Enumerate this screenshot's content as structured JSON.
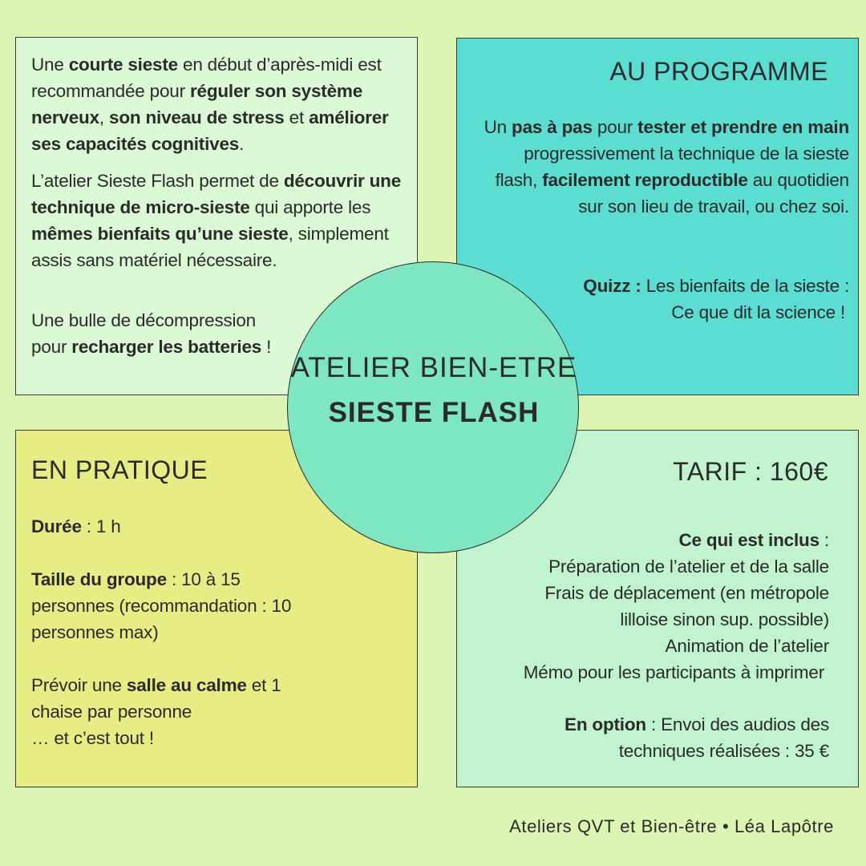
{
  "intro": {
    "p1": [
      "Une ",
      "courte sieste",
      " en début d’après-midi est recommandée pour ",
      "réguler son système nerveux",
      ", ",
      "son niveau de stress",
      " et ",
      "améliorer ses capacités cognitives",
      "."
    ],
    "p2": [
      "L’atelier Sieste Flash permet de ",
      "découvrir une technique de micro-sieste",
      " qui apporte les ",
      "mêmes bienfaits qu’une sieste",
      ", simplement assis sans matériel nécessaire."
    ],
    "p3": [
      "Une bulle de décompression pour ",
      "recharger les batteries",
      " !"
    ]
  },
  "programme": {
    "heading": "AU PROGRAMME",
    "p1": [
      "Un ",
      "pas à pas",
      " pour ",
      "tester et prendre en main",
      " progressivement la technique de la sieste flash, ",
      "facilement reproductible",
      " au quotidien sur son lieu de travail, ou chez soi."
    ],
    "quiz_label": "Quizz :",
    "quiz_line1": " Les bienfaits de la sieste :",
    "quiz_line2": "Ce que dit la science !"
  },
  "circle": {
    "line1": "ATELIER BIEN-ETRE",
    "line2": "SIESTE FLASH"
  },
  "pratique": {
    "heading": "EN PRATIQUE",
    "duree_label": "Durée",
    "duree_value": " : 1 h",
    "taille_label": "Taille du groupe",
    "taille_value": " : 10 à 15 personnes (recommandation : 10 personnes max)",
    "prevoir": [
      "Prévoir une ",
      "salle au calme",
      " et 1 chaise par personne"
    ],
    "end": " … et c’est tout !"
  },
  "tarif": {
    "heading": "TARIF : 160€",
    "inclus_label": "Ce qui est inclus",
    "inclus_colon": " :",
    "items": [
      "Préparation de l’atelier et de la salle",
      "Frais de déplacement (en métropole",
      "lilloise sinon sup. possible)",
      "Animation de l’atelier",
      "Mémo pour les participants à imprimer"
    ],
    "option_label": "En option",
    "option_value": " : Envoi des audios des techniques réalisées : 35 €"
  },
  "footer": "Ateliers QVT et Bien-être • Léa Lapôtre"
}
